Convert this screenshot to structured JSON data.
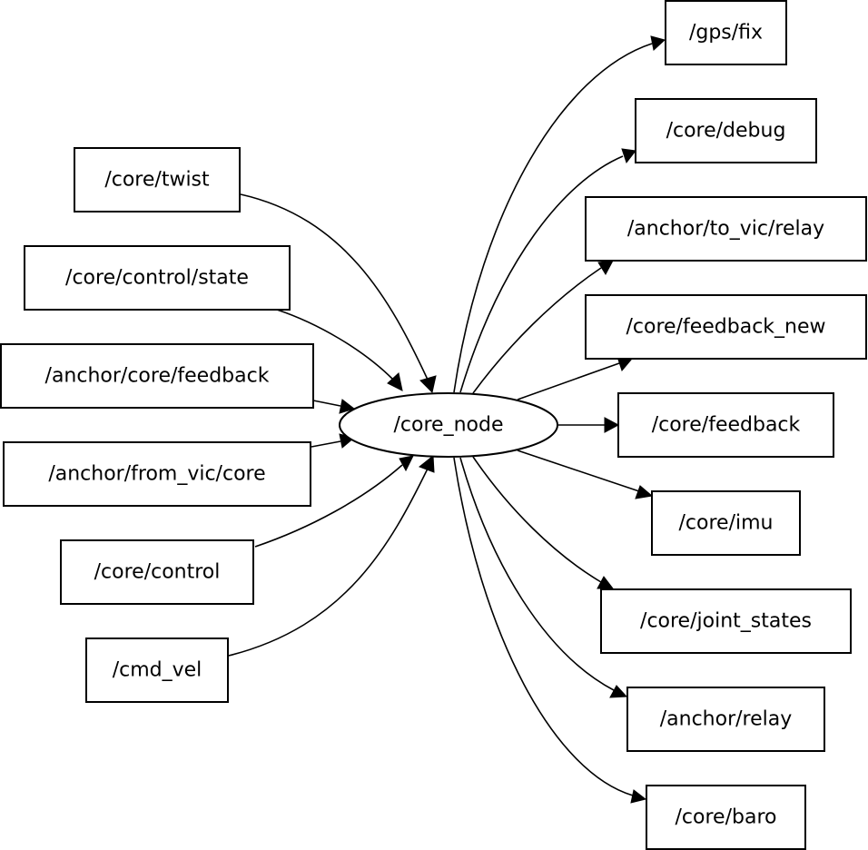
{
  "center_node": {
    "id": "core_node",
    "label": "/core_node"
  },
  "input_topics": [
    {
      "id": "core_twist",
      "label": "/core/twist"
    },
    {
      "id": "core_control_state",
      "label": "/core/control/state"
    },
    {
      "id": "anchor_core_feedback",
      "label": "/anchor/core/feedback"
    },
    {
      "id": "anchor_from_vic_core",
      "label": "/anchor/from_vic/core"
    },
    {
      "id": "core_control",
      "label": "/core/control"
    },
    {
      "id": "cmd_vel",
      "label": "/cmd_vel"
    }
  ],
  "output_topics": [
    {
      "id": "gps_fix",
      "label": "/gps/fix"
    },
    {
      "id": "core_debug",
      "label": "/core/debug"
    },
    {
      "id": "anchor_to_vic_relay",
      "label": "/anchor/to_vic/relay"
    },
    {
      "id": "core_feedback_new",
      "label": "/core/feedback_new"
    },
    {
      "id": "core_feedback",
      "label": "/core/feedback"
    },
    {
      "id": "core_imu",
      "label": "/core/imu"
    },
    {
      "id": "core_joint_states",
      "label": "/core/joint_states"
    },
    {
      "id": "anchor_relay",
      "label": "/anchor/relay"
    },
    {
      "id": "core_baro",
      "label": "/core/baro"
    }
  ],
  "edges": [
    {
      "from": "core_twist",
      "to": "core_node"
    },
    {
      "from": "core_control_state",
      "to": "core_node"
    },
    {
      "from": "anchor_core_feedback",
      "to": "core_node"
    },
    {
      "from": "anchor_from_vic_core",
      "to": "core_node"
    },
    {
      "from": "core_control",
      "to": "core_node"
    },
    {
      "from": "cmd_vel",
      "to": "core_node"
    },
    {
      "from": "core_node",
      "to": "gps_fix"
    },
    {
      "from": "core_node",
      "to": "core_debug"
    },
    {
      "from": "core_node",
      "to": "anchor_to_vic_relay"
    },
    {
      "from": "core_node",
      "to": "core_feedback_new"
    },
    {
      "from": "core_node",
      "to": "core_feedback"
    },
    {
      "from": "core_node",
      "to": "core_imu"
    },
    {
      "from": "core_node",
      "to": "core_joint_states"
    },
    {
      "from": "core_node",
      "to": "anchor_relay"
    },
    {
      "from": "core_node",
      "to": "core_baro"
    }
  ]
}
